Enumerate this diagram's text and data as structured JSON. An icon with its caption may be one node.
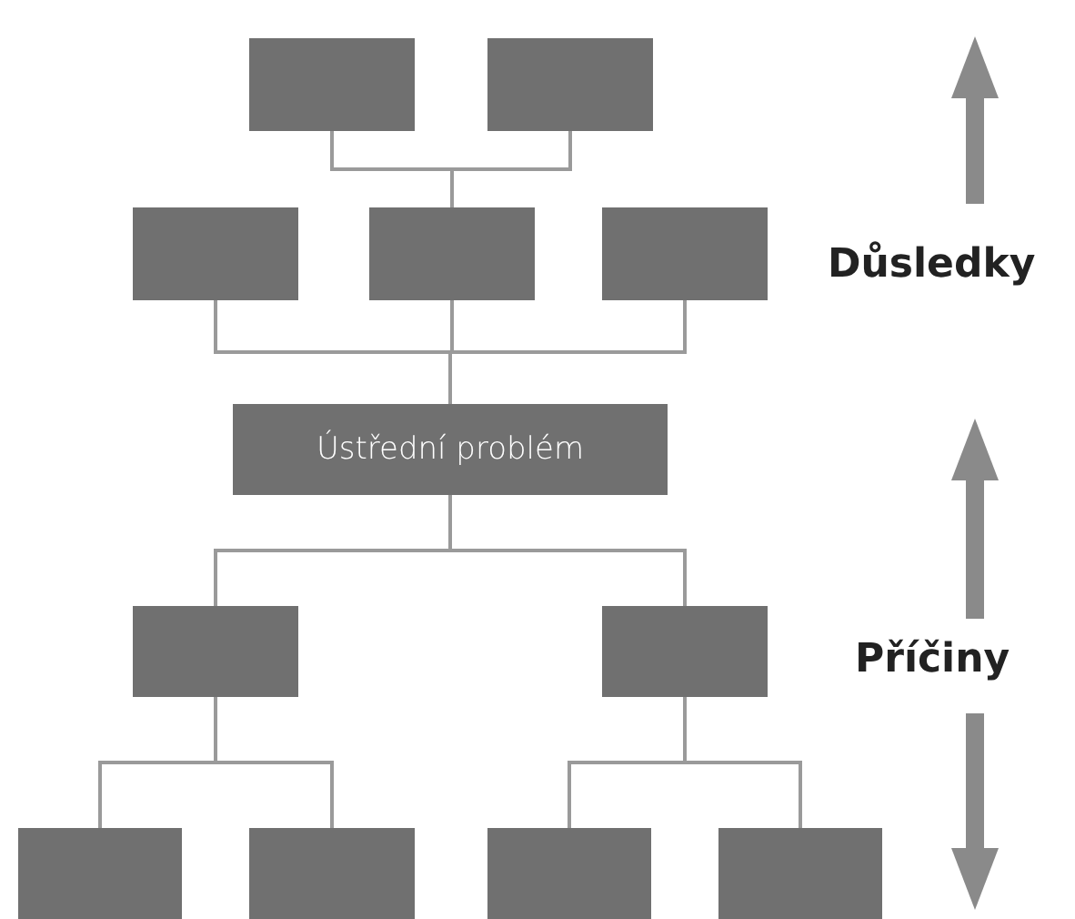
{
  "diagram": {
    "nodes": [
      {
        "text": [],
        "shape": "box"
      },
      {
        "text": [],
        "shape": "box"
      },
      {
        "text": [],
        "shape": "box"
      },
      {
        "text": [],
        "shape": "box"
      },
      {
        "text": [],
        "shape": "box"
      },
      {
        "text": [
          "Ústřední problém"
        ]
      },
      {
        "text": [],
        "shape": "box"
      },
      {
        "text": [],
        "shape": "box"
      },
      {
        "text": [],
        "shape": "box"
      },
      {
        "text": [],
        "shape": "box"
      },
      {
        "text": [],
        "shape": "box"
      },
      {
        "text": [],
        "shape": "box"
      }
    ],
    "edges": [
      {
        "from": 0,
        "to": 3,
        "arrow": "none"
      },
      {
        "from": 1,
        "to": 3,
        "arrow": "none"
      },
      {
        "from": 2,
        "to": 5,
        "arrow": "none"
      },
      {
        "from": 3,
        "to": 5,
        "arrow": "none"
      },
      {
        "from": 4,
        "to": 5,
        "arrow": "none"
      },
      {
        "from": 5,
        "to": 6,
        "arrow": "none"
      },
      {
        "from": 5,
        "to": 7,
        "arrow": "none"
      },
      {
        "from": 6,
        "to": 8,
        "arrow": "none"
      },
      {
        "from": 6,
        "to": 9,
        "arrow": "none"
      },
      {
        "from": 7,
        "to": 10,
        "arrow": "none"
      },
      {
        "from": 7,
        "to": 11,
        "arrow": "none"
      }
    ],
    "labels": [
      "Důsledky",
      "Příčiny"
    ]
  }
}
